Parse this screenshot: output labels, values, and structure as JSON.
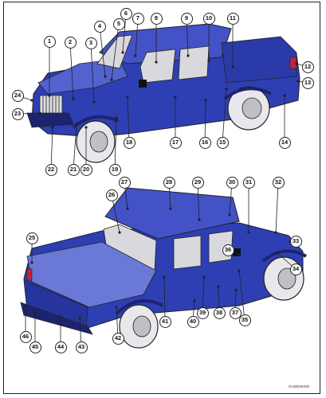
{
  "figure_code": "GUM61E005",
  "colors": {
    "body": "#2e3fb4",
    "body_dark": "#1c2470",
    "body_light": "#6a78d6",
    "glass": "#d9d9dd",
    "tire": "#e8e8ec",
    "outline": "#222222"
  },
  "top_view": {
    "callouts": [
      "1",
      "2",
      "3",
      "4",
      "5",
      "6",
      "7",
      "8",
      "9",
      "10",
      "11",
      "12",
      "13",
      "14",
      "15",
      "16",
      "17",
      "18",
      "19",
      "20",
      "21",
      "22",
      "23",
      "24"
    ]
  },
  "bottom_view": {
    "callouts": [
      "25",
      "26",
      "27",
      "28",
      "29",
      "30",
      "31",
      "32",
      "33",
      "34",
      "35",
      "36",
      "37",
      "38",
      "39",
      "40",
      "41",
      "42",
      "43",
      "44",
      "45",
      "46"
    ]
  }
}
